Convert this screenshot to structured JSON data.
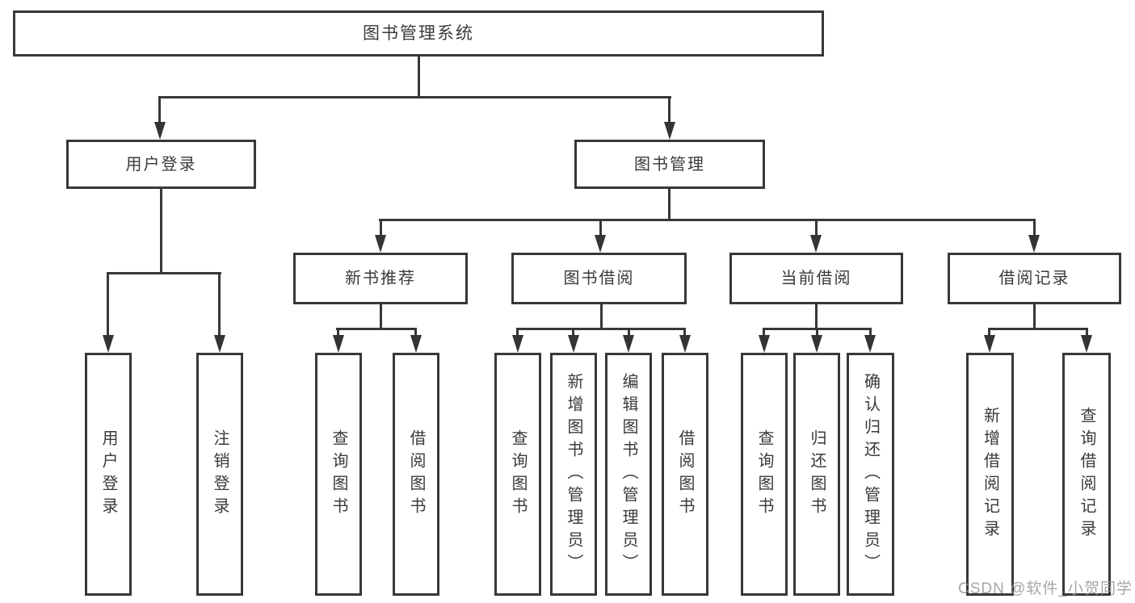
{
  "diagram_type": "hierarchy-chart",
  "colors": {
    "line": "#383838",
    "text": "#3a3a3a",
    "box_background": "#ffffff",
    "watermark": "#969696"
  },
  "tree": {
    "label": "图书管理系统",
    "children": [
      {
        "label": "用户登录",
        "children": [
          {
            "label": "用户登录"
          },
          {
            "label": "注销登录"
          }
        ]
      },
      {
        "label": "图书管理",
        "children": [
          {
            "label": "新书推荐",
            "children": [
              {
                "label": "查询图书"
              },
              {
                "label": "借阅图书"
              }
            ]
          },
          {
            "label": "图书借阅",
            "children": [
              {
                "label": "查询图书"
              },
              {
                "label": "新增图书（管理员）"
              },
              {
                "label": "编辑图书（管理员）"
              },
              {
                "label": "借阅图书"
              }
            ]
          },
          {
            "label": "当前借阅",
            "children": [
              {
                "label": "查询图书"
              },
              {
                "label": "归还图书"
              },
              {
                "label": "确认归还（管理员）"
              }
            ]
          },
          {
            "label": "借阅记录",
            "children": [
              {
                "label": "新增借阅记录"
              },
              {
                "label": "查询借阅记录"
              }
            ]
          }
        ]
      }
    ]
  },
  "watermark": {
    "text": "CSDN @软件_小贺同学"
  }
}
